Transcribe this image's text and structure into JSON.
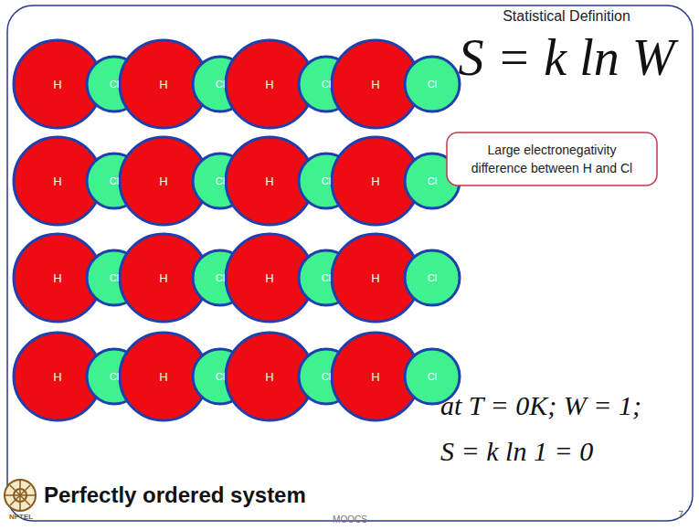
{
  "diagram": {
    "nodes": [
      {
        "text": [
          "H"
        ]
      },
      {
        "text": [
          "Cl"
        ]
      },
      {
        "text": [
          "H"
        ]
      },
      {
        "text": [
          "Cl"
        ]
      },
      {
        "text": [
          "H"
        ]
      },
      {
        "text": [
          "Cl"
        ]
      },
      {
        "text": [
          "H"
        ]
      },
      {
        "text": [
          "Cl"
        ]
      },
      {
        "text": [
          "H"
        ]
      },
      {
        "text": [
          "Cl"
        ]
      },
      {
        "text": [
          "H"
        ]
      },
      {
        "text": [
          "Cl"
        ]
      },
      {
        "text": [
          "H"
        ]
      },
      {
        "text": [
          "Cl"
        ]
      },
      {
        "text": [
          "H"
        ]
      },
      {
        "text": [
          "Cl"
        ]
      },
      {
        "text": [
          "H"
        ]
      },
      {
        "text": [
          "Cl"
        ]
      },
      {
        "text": [
          "H"
        ]
      },
      {
        "text": [
          "Cl"
        ]
      },
      {
        "text": [
          "H"
        ]
      },
      {
        "text": [
          "Cl"
        ]
      },
      {
        "text": [
          "H"
        ]
      },
      {
        "text": [
          "Cl"
        ]
      },
      {
        "text": [
          "H"
        ]
      },
      {
        "text": [
          "Cl"
        ]
      },
      {
        "text": [
          "H"
        ]
      },
      {
        "text": [
          "Cl"
        ]
      },
      {
        "text": [
          "H"
        ]
      },
      {
        "text": [
          "Cl"
        ]
      },
      {
        "text": [
          "H"
        ]
      },
      {
        "text": [
          "Cl"
        ]
      },
      {
        "text": [
          "Large electronegativity difference between H and Cl"
        ]
      }
    ],
    "labels": [
      "Statistical Definition",
      "S = k ln W",
      "at T = 0K; W = 1;",
      "S = k ln 1 = 0",
      "Perfectly ordered system",
      "NPTEL",
      "MOOCS",
      "7"
    ]
  }
}
